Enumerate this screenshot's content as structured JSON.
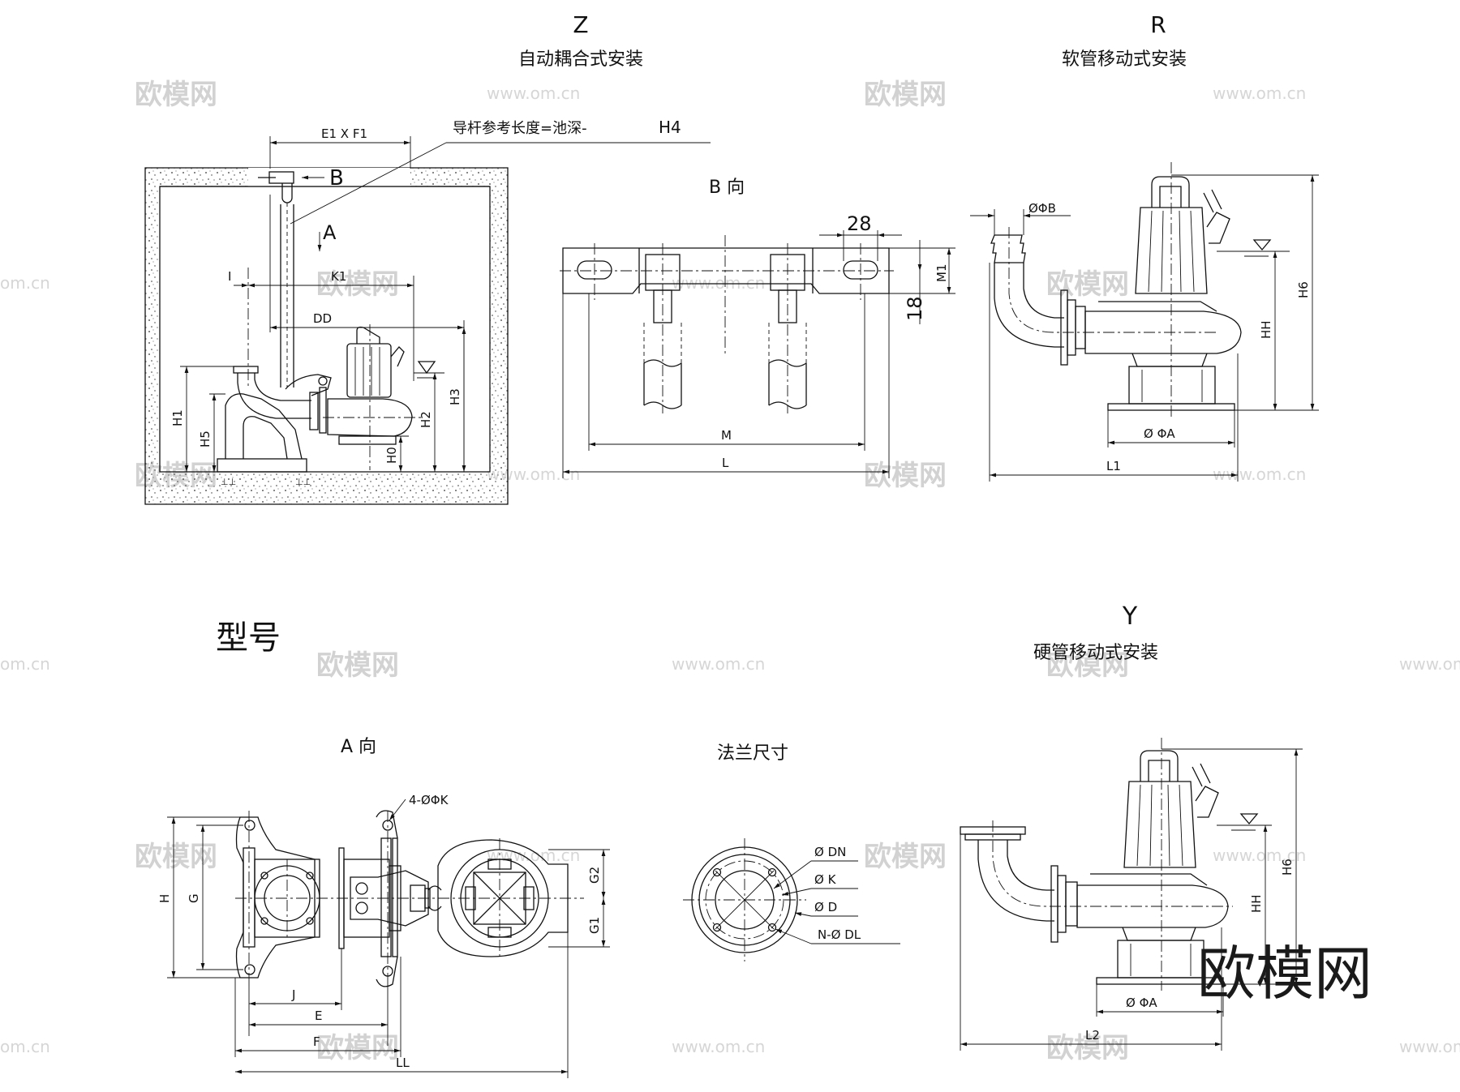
{
  "views": {
    "z": {
      "letter": "Z",
      "caption": "自动耦合式安装"
    },
    "r": {
      "letter": "R",
      "caption": "软管移动式安装"
    },
    "y": {
      "letter": "Y",
      "caption": "硬管移动式安装"
    },
    "model_label": "型号",
    "b_view": "B 向",
    "a_view": "A 向",
    "flange_title": "法兰尺寸"
  },
  "z_view": {
    "guide_note": "导杆参考长度=池深-",
    "guide_h4": "H4",
    "e1xf1": "E1 X F1",
    "arrow_b": "B",
    "arrow_a": "A",
    "i": "I",
    "k1": "K1",
    "dd": "DD",
    "h1": "H1",
    "h5": "H5",
    "h2": "H2",
    "h3": "H3",
    "h0": "H0"
  },
  "b_view_dims": {
    "d28": "28",
    "d18": "18",
    "m1": "M1",
    "m": "M",
    "l": "L"
  },
  "r_view": {
    "phib": "ØΦB",
    "hh": "HH",
    "h6": "H6",
    "phia": "Ø ΦA",
    "l1": "L1"
  },
  "y_view": {
    "hh": "HH",
    "h6": "H6",
    "phia": "Ø ΦA",
    "l2": "L2"
  },
  "a_view_dims": {
    "holes": "4-ØΦK",
    "h": "H",
    "g": "G",
    "g1": "G1",
    "g2": "G2",
    "j": "J",
    "e": "E",
    "f": "F",
    "ll": "LL"
  },
  "flange_dims": {
    "dn": "Ø DN",
    "k": "Ø K",
    "d": "Ø D",
    "ndl": "N-Ø DL"
  },
  "watermarks": {
    "brand": "欧模网",
    "site": "www.om.cn",
    "fragment": "om.cn"
  }
}
